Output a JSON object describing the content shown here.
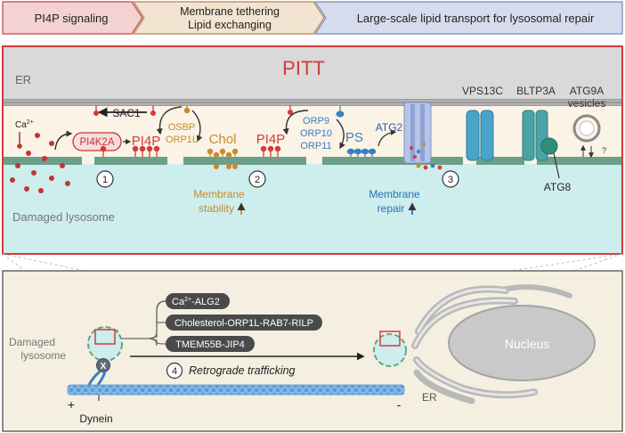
{
  "stages": {
    "s1": "PI4P signaling",
    "s2_line1": "Membrane tethering",
    "s2_line2": "Lipid exchanging",
    "s3": "Large-scale lipid transport for lysosomal repair"
  },
  "colors": {
    "stage1": "#f4d2d2",
    "stage2": "#f3e4d2",
    "stage3": "#d6dcee",
    "pitt_border": "#d13b3b",
    "er_gray": "#d9d9d9",
    "lumen": "#cdeeed",
    "membrane": "#6aa08a",
    "pi4p_red": "#d63b3b",
    "chol_gold": "#c98a2a",
    "ps_blue": "#3a7fc4",
    "teal_protein": "#4aa3a6"
  },
  "top": {
    "title": "PITT",
    "er_label": "ER",
    "ca_label": "Ca",
    "ca_sup": "2+",
    "pi4k2a": "PI4K2A",
    "pi4p_1": "PI4P",
    "sac1": "SAC1",
    "osbp": "OSBP",
    "orp1l": "ORP1L",
    "chol": "Chol",
    "pi4p_2": "PI4P",
    "orp9": "ORP9",
    "orp10": "ORP10",
    "orp11": "ORP11",
    "ps": "PS",
    "atg2": "ATG2",
    "vps13c": "VPS13C",
    "bltp3a": "BLTP3A",
    "atg9a_line1": "ATG9A",
    "atg9a_line2": "vesicles",
    "question": "?",
    "atg8": "ATG8",
    "step1": "1",
    "step2": "2",
    "step3": "3",
    "damaged": "Damaged lysosome",
    "stability_line1": "Membrane",
    "stability_line2": "stability",
    "repair_line1": "Membrane",
    "repair_line2": "repair"
  },
  "bottom": {
    "damaged_line1": "Damaged",
    "damaged_line2": "lysosome",
    "pathway1_main": "Ca",
    "pathway1_sup": "2+",
    "pathway1_rest": "-ALG2",
    "pathway2": "Cholesterol-ORP1L-RAB7-RILP",
    "pathway3": "TMEM55B-JIP4",
    "x_mark": "X",
    "step4": "4",
    "retro": "Retrograde trafficking",
    "plus": "+",
    "minus": "-",
    "dynein": "Dynein",
    "nucleus": "Nucleus",
    "er": "ER"
  }
}
